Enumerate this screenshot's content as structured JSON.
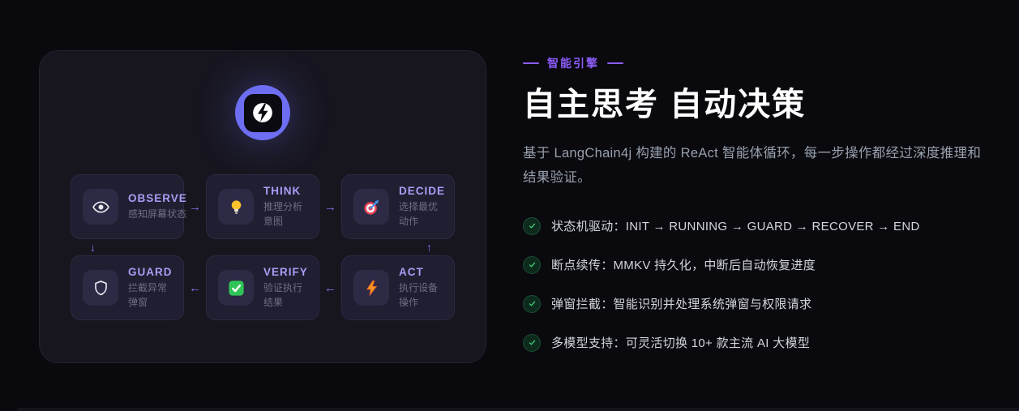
{
  "colors": {
    "accent_purple": "#8b5cf6",
    "arrow_purple": "#8272e8",
    "node_title_purple": "#a99df5",
    "success_green": "#30c457",
    "logo_indigo": "#6d6ef2"
  },
  "diagram": {
    "logo_icon": "lightning-bolt-logo",
    "nodes": [
      {
        "title": "OBSERVE",
        "subtitle": "感知屏幕状态",
        "icon": "eye-icon"
      },
      {
        "title": "THINK",
        "subtitle": "推理分析意图",
        "icon": "lightbulb-icon"
      },
      {
        "title": "DECIDE",
        "subtitle": "选择最优动作",
        "icon": "target-icon"
      },
      {
        "title": "GUARD",
        "subtitle": "拦截异常弹窗",
        "icon": "shield-icon"
      },
      {
        "title": "VERIFY",
        "subtitle": "验证执行结果",
        "icon": "check-square-icon"
      },
      {
        "title": "ACT",
        "subtitle": "执行设备操作",
        "icon": "bolt-icon"
      }
    ],
    "arrows": {
      "right": "→",
      "left": "←",
      "down": "↓",
      "up": "↑"
    }
  },
  "content": {
    "eyebrow": "智能引擎",
    "title": "自主思考 自动决策",
    "description": "基于 LangChain4j 构建的 ReAct 智能体循环，每一步操作都经过深度推理和结果验证。",
    "features": [
      "状态机驱动：INIT → RUNNING → GUARD → RECOVER → END",
      "断点续传：MMKV 持久化，中断后自动恢复进度",
      "弹窗拦截：智能识别并处理系统弹窗与权限请求",
      "多模型支持：可灵活切换 10+ 款主流 AI 大模型"
    ]
  }
}
